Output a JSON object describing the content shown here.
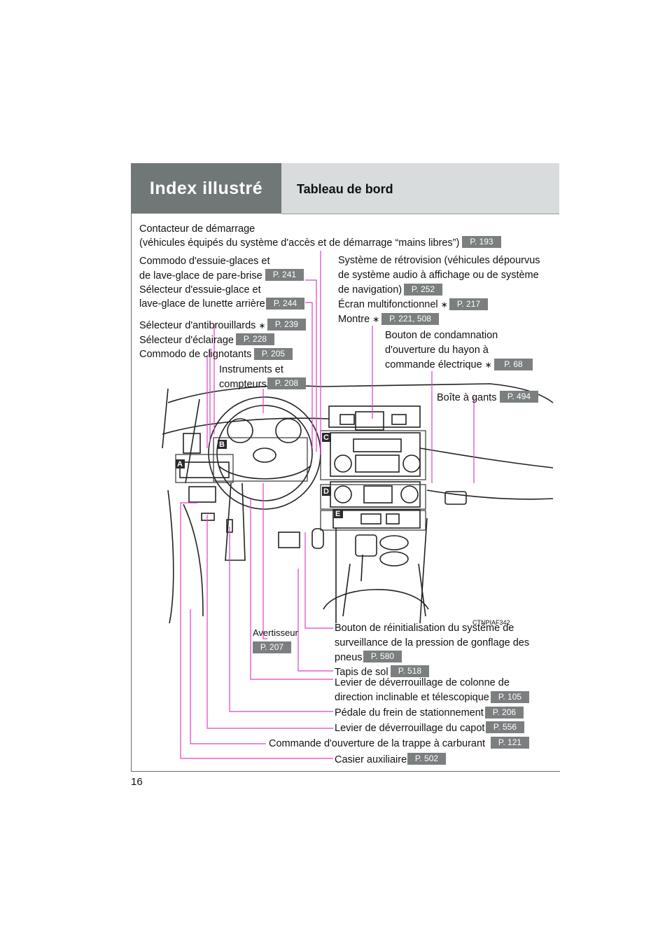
{
  "header": {
    "section": "Index illustré",
    "title": "Tableau de bord"
  },
  "page_number": "16",
  "figure_code": "CTNPIAF342",
  "labels": {
    "contacteur_1": "Contacteur de démarrage",
    "contacteur_2": "(véhicules équipés du système d'accès et de démarrage “mains libres”)",
    "contacteur_page": "P. 193",
    "essuie_1": "Commodo d'essuie-glaces et",
    "essuie_2": "de lave-glace de pare-brise",
    "essuie_page": "P. 241",
    "arriere_1": "Sélecteur d'essuie-glace et",
    "arriere_2": "lave-glace de lunette arrière",
    "arriere_page": "P. 244",
    "antibrouillard": "Sélecteur d'antibrouillards",
    "antibrouillard_page": "P. 239",
    "eclairage": "Sélecteur d'éclairage",
    "eclairage_page": "P. 228",
    "clignotants": "Commodo de clignotants",
    "clignotants_page": "P. 205",
    "instruments_1": "Instruments et",
    "instruments_2": "compteurs",
    "instruments_page": "P. 208",
    "retro_1": "Système de rétrovision (véhicules dépourvus",
    "retro_2": "de système audio à affichage ou de système",
    "retro_3": "de navigation)",
    "retro_page": "P. 252",
    "ecran": "Écran multifonctionnel",
    "ecran_page": "P. 217",
    "montre": "Montre",
    "montre_page": "P. 221, 508",
    "hayon_1": "Bouton de condamnation",
    "hayon_2": "d'ouverture du hayon à",
    "hayon_3": "commande électrique",
    "hayon_page": "P. 68",
    "boite": "Boîte à gants",
    "boite_page": "P. 494",
    "avertisseur": "Avertisseur",
    "avertisseur_page": "P. 207",
    "pneus_1": "Bouton de réinitialisation du système de",
    "pneus_2": "surveillance de la pression de gonflage des",
    "pneus_3": "pneus",
    "pneus_page": "P. 580",
    "tapis": "Tapis de sol",
    "tapis_page": "P. 518",
    "colonne_1": "Levier de déverrouillage de colonne de",
    "colonne_2": "direction inclinable et télescopique",
    "colonne_page": "P. 105",
    "pedale": "Pédale du frein de stationnement",
    "pedale_page": "P. 206",
    "capot": "Levier de déverrouillage du capot",
    "capot_page": "P. 556",
    "trappe": "Commande d'ouverture de la trappe à carburant",
    "trappe_page": "P. 121",
    "casier": "Casier auxiliaire",
    "casier_page": "P. 502",
    "asterisk": "∗"
  },
  "callouts": [
    "A",
    "B",
    "C",
    "D",
    "E"
  ],
  "colors": {
    "leader_line": "#e040c8",
    "tag_bg": "#7b7f80",
    "header_dark": "#6f7777",
    "header_light": "#d8dcdc"
  }
}
